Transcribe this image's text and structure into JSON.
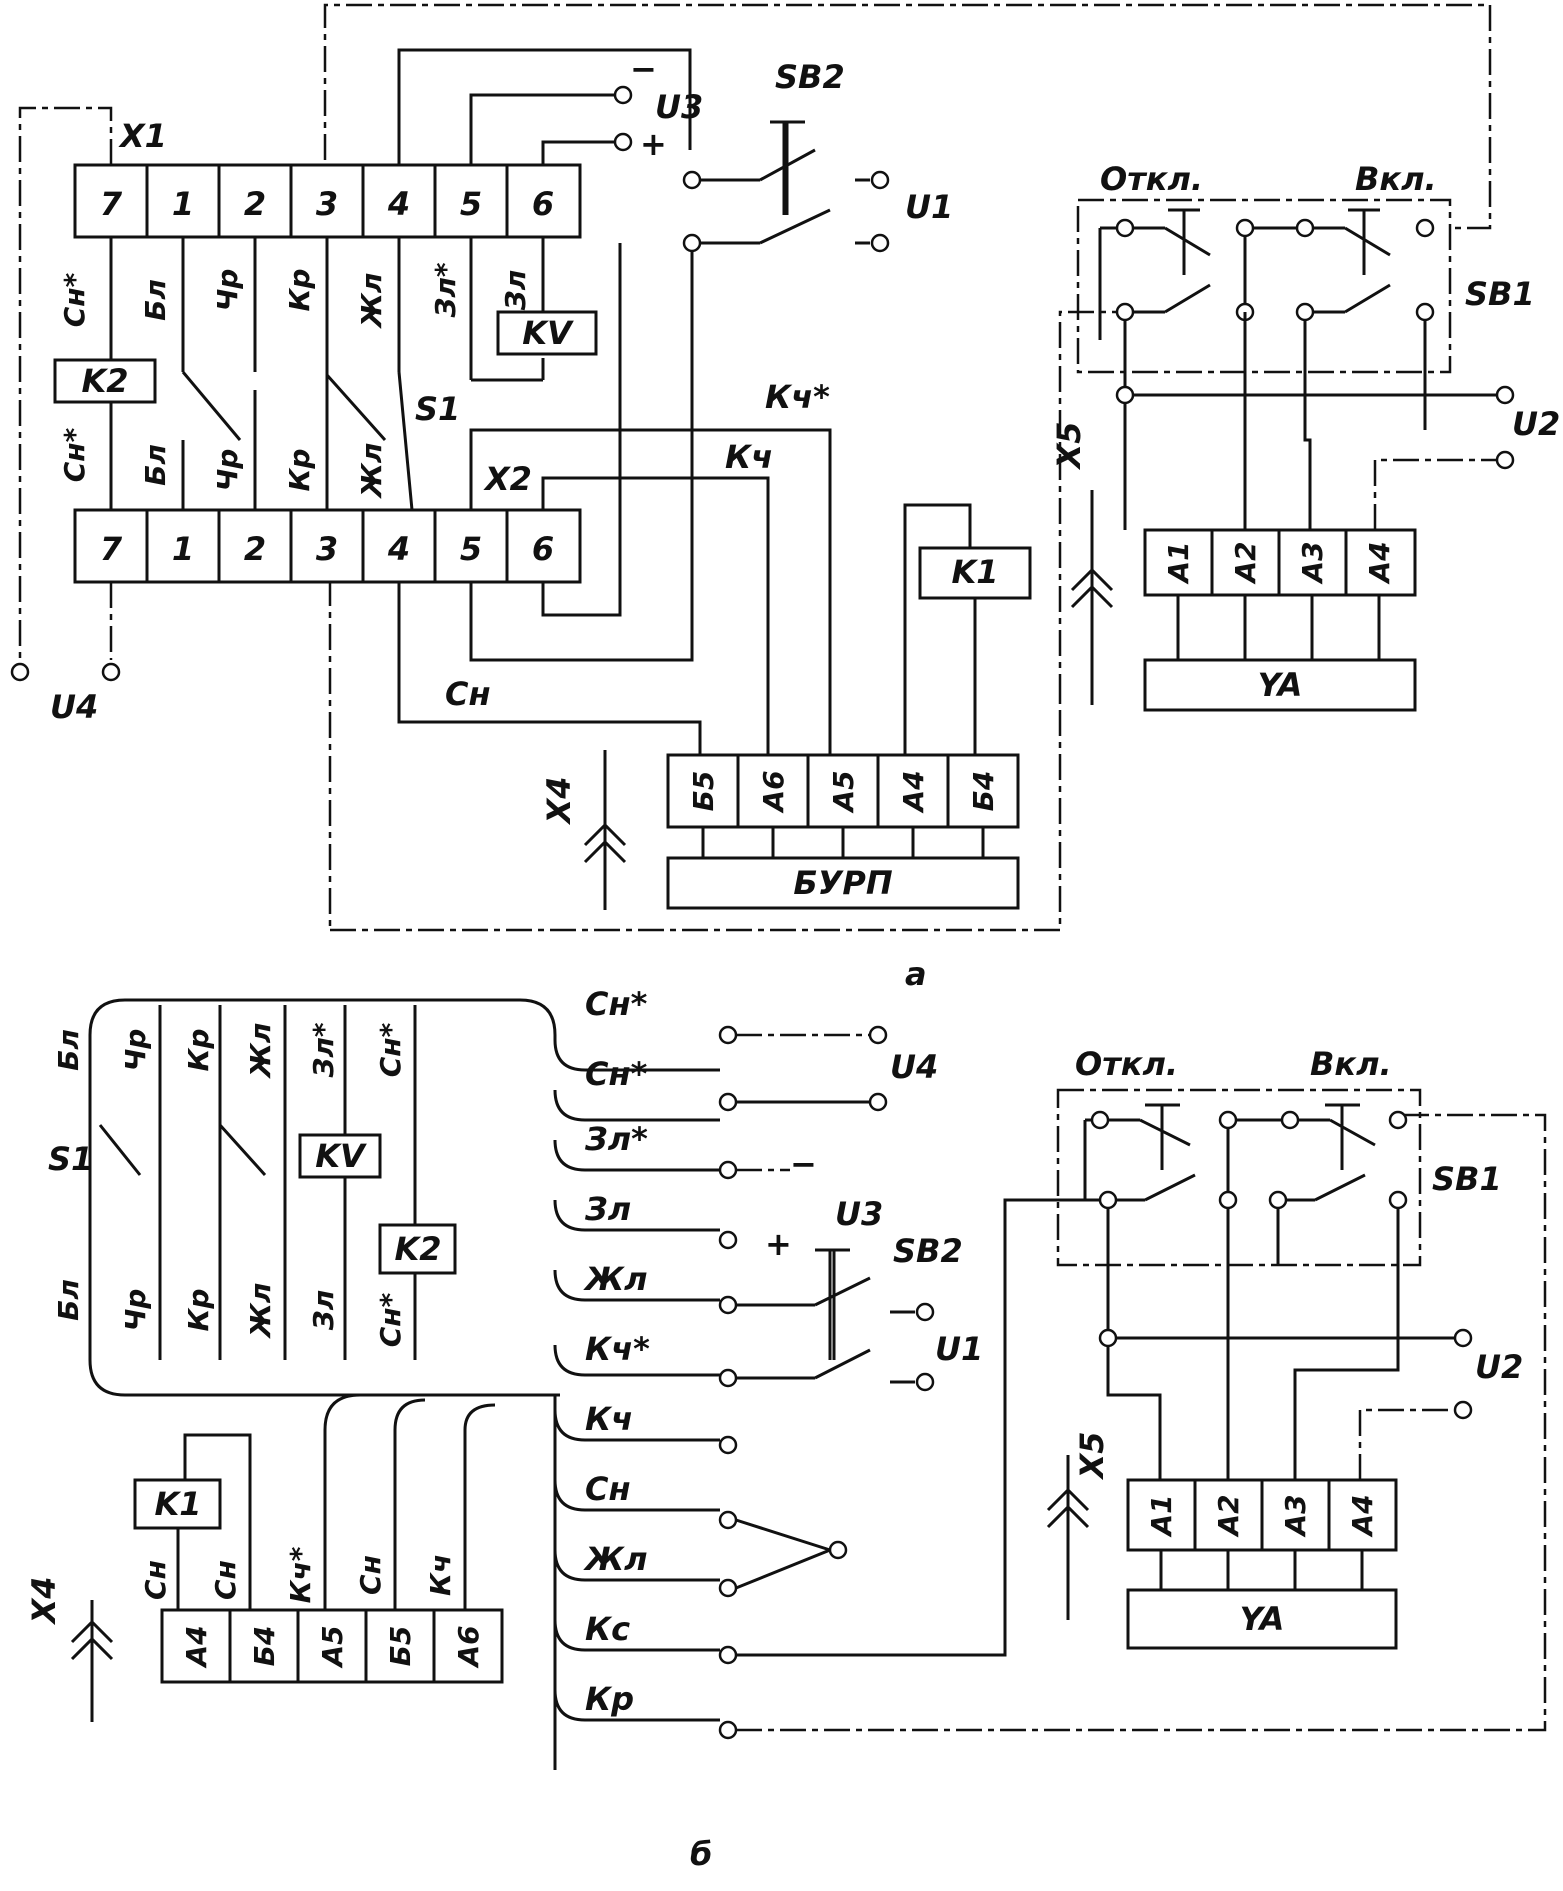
{
  "panel_a": {
    "caption": "а",
    "x1": {
      "label": "X1",
      "pins": [
        "7",
        "1",
        "2",
        "3",
        "4",
        "5",
        "6"
      ]
    },
    "x2": {
      "label": "X2",
      "pins": [
        "7",
        "1",
        "2",
        "3",
        "4",
        "5",
        "6"
      ]
    },
    "wires_upper": [
      "Сн*",
      "Бл",
      "Чр",
      "Кр",
      "Жл",
      "Зл*",
      "Зл"
    ],
    "wires_lower": [
      "Сн*",
      "Бл",
      "Чр",
      "Кр",
      "Жл"
    ],
    "k2": "K2",
    "kv": "KV",
    "k1": "K1",
    "s1": "S1",
    "sb2": "SB2",
    "u1": "U1",
    "u2": "U2",
    "u3": "U3",
    "u4": "U4",
    "minus": "−",
    "plus": "+",
    "kch_star": "Кч*",
    "kch": "Кч",
    "sn": "Сн",
    "x4": "X4",
    "x5": "X5",
    "burp": {
      "label": "БУРП",
      "pins": [
        "Б5",
        "А6",
        "А5",
        "А4",
        "Б4"
      ]
    },
    "ya": {
      "label": "YA",
      "pins": [
        "A1",
        "A2",
        "A3",
        "A4"
      ]
    },
    "sb1": {
      "label": "SB1",
      "off": "Откл.",
      "on": "Вкл."
    }
  },
  "panel_b": {
    "caption": "б",
    "bundle_top": [
      "Бл",
      "Чр",
      "Кр",
      "Жл",
      "Зл*",
      "Сн*"
    ],
    "bundle_bottom": [
      "Бл",
      "Чр",
      "Кр",
      "Жл",
      "Зл",
      "Сн*"
    ],
    "s1": "S1",
    "kv": "KV",
    "k2": "K2",
    "k1": "K1",
    "x4": {
      "label": "X4",
      "wires": [
        "Сн",
        "Сн",
        "Кч*",
        "Сн",
        "Кч"
      ],
      "pins": [
        "А4",
        "Б4",
        "А5",
        "Б5",
        "А6"
      ]
    },
    "fan_wires": [
      "Сн*",
      "Сн*",
      "Зл*",
      "Зл",
      "Жл",
      "Кч*",
      "Кч",
      "Сн",
      "Жл",
      "Кс",
      "Кр"
    ],
    "u4": "U4",
    "u3": "U3",
    "u1": "U1",
    "u2": "U2",
    "minus": "−",
    "plus": "+",
    "sb2": "SB2",
    "x5": "X5",
    "ya": {
      "label": "YA",
      "pins": [
        "A1",
        "A2",
        "A3",
        "A4"
      ]
    },
    "sb1": {
      "label": "SB1",
      "off": "Откл.",
      "on": "Вкл."
    }
  }
}
